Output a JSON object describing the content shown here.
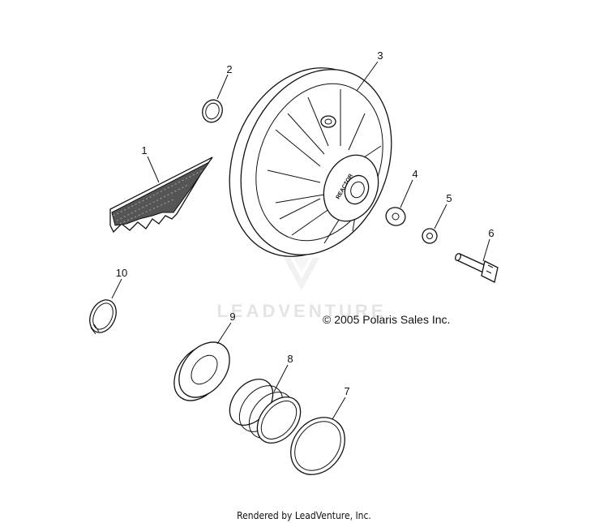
{
  "callouts": [
    "1",
    "2",
    "3",
    "4",
    "5",
    "6",
    "7",
    "8",
    "9",
    "10"
  ],
  "copyright": "© 2005 Polaris Sales Inc.",
  "watermark": "LEADVENTURE",
  "footer": "Rendered by LeadVenture, Inc.",
  "hub_text": "REACTOR"
}
